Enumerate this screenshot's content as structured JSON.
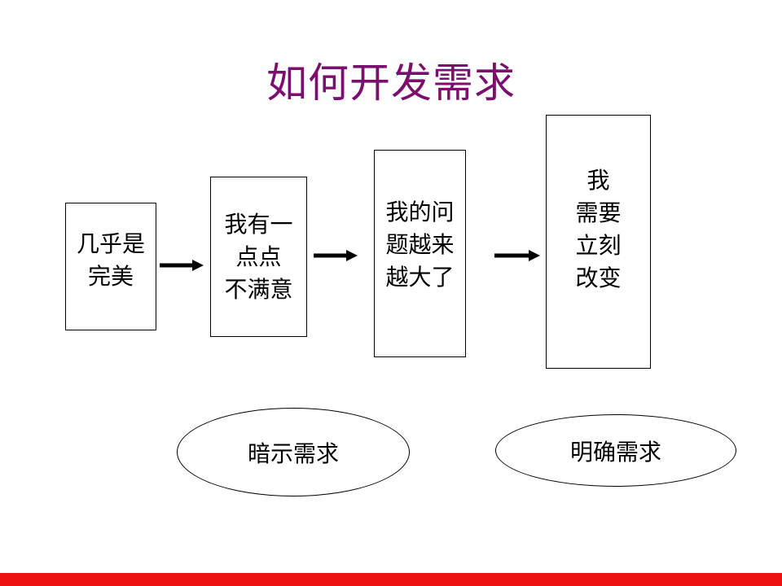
{
  "title": "如何开发需求",
  "colors": {
    "title": "#7a0f6e",
    "footer_bar": "#ee1111",
    "arrow": "#000000"
  },
  "stages": [
    {
      "text": "几乎是\n完美"
    },
    {
      "text": "我有一\n点点\n不满意"
    },
    {
      "text": "我的问\n题越来\n越大了"
    },
    {
      "text": "我\n需要\n立刻\n改变"
    }
  ],
  "needs": {
    "implied": "暗示需求",
    "explicit": "明确需求"
  }
}
